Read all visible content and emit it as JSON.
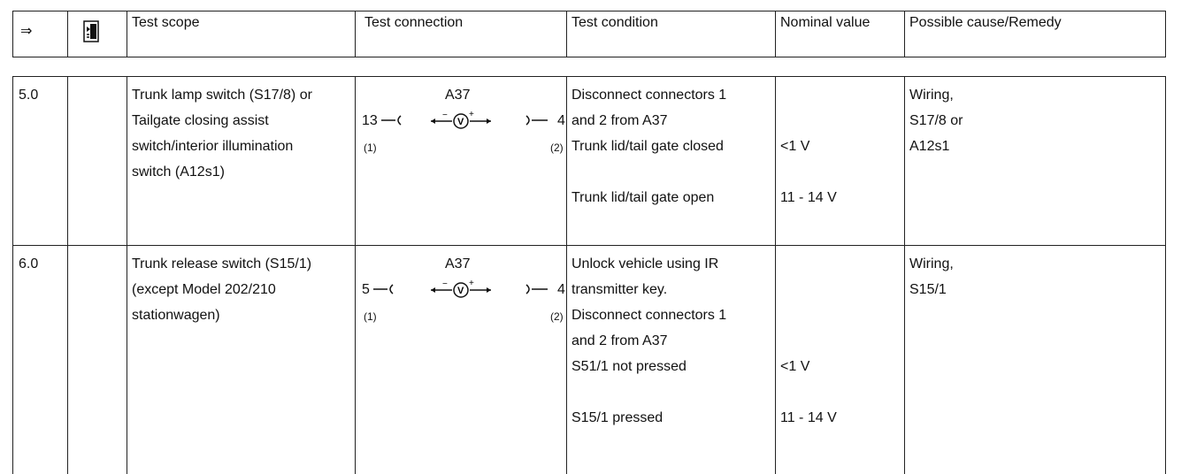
{
  "header": {
    "arrow": "⇒",
    "icon": "tester-icon",
    "test_scope": "Test scope",
    "test_connection": "Test connection",
    "test_condition": "Test condition",
    "nominal_value": "Nominal value",
    "possible_cause": "Possible cause/Remedy"
  },
  "rows": [
    {
      "step": "5.0",
      "scope": [
        "Trunk lamp switch (S17/8) or",
        "Tailgate closing assist",
        "switch/interior illumination",
        "switch (A12s1)"
      ],
      "connection": {
        "module": "A37",
        "pin_left": "13",
        "pin_right": "4",
        "conn_left": "(1)",
        "conn_right": "(2)"
      },
      "conditions": [
        "Disconnect connectors 1",
        "and 2 from A37",
        "Trunk lid/tail gate closed",
        "",
        "Trunk lid/tail gate open"
      ],
      "nominal": [
        "",
        "",
        "<1 V",
        "",
        "11 - 14 V"
      ],
      "cause": [
        "Wiring,",
        "S17/8 or",
        "A12s1"
      ]
    },
    {
      "step": "6.0",
      "scope": [
        "Trunk release switch (S15/1)",
        "(except Model 202/210",
        "stationwagen)"
      ],
      "connection": {
        "module": "A37",
        "pin_left": "5",
        "pin_right": "4",
        "conn_left": "(1)",
        "conn_right": "(2)"
      },
      "conditions": [
        "Unlock vehicle using IR",
        "transmitter key.",
        "Disconnect connectors 1",
        "and 2 from A37",
        "S51/1 not pressed",
        "",
        "S15/1 pressed"
      ],
      "nominal": [
        "",
        "",
        "",
        "",
        "<1 V",
        "",
        "11 - 14 V"
      ],
      "cause": [
        "Wiring,",
        "S15/1"
      ]
    }
  ]
}
